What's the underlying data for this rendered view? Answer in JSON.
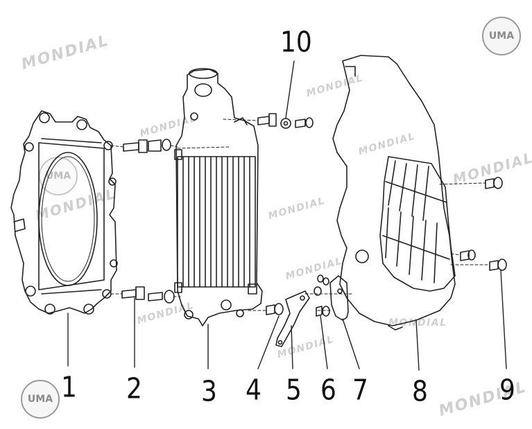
{
  "watermark": {
    "text": "MONDIAL",
    "logo_text": "UMA"
  },
  "callouts": {
    "c1": "1",
    "c2": "2",
    "c3": "3",
    "c4": "4",
    "c5": "5",
    "c6": "6",
    "c7": "7",
    "c8": "8",
    "c9": "9",
    "c10": "10"
  },
  "colors": {
    "line": "#222222",
    "watermark": "#cfcfcf",
    "background": "#ffffff"
  }
}
